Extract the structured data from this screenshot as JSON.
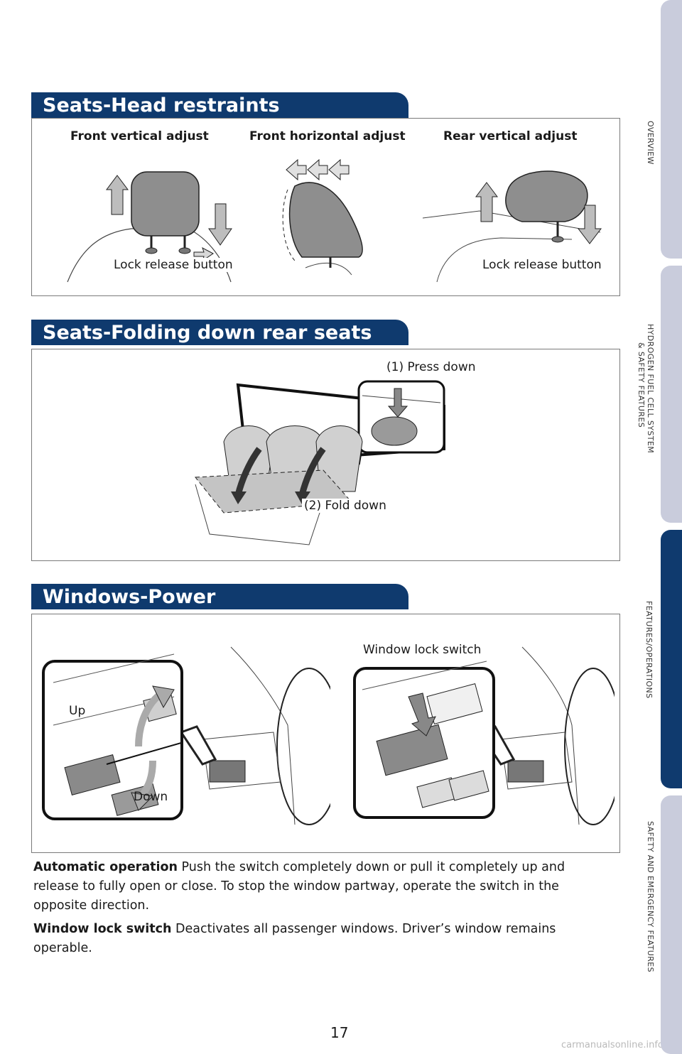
{
  "sections": {
    "head_restraints": {
      "title": "Seats-Head restraints",
      "captions": [
        "Front vertical adjust",
        "Front horizontal adjust",
        "Rear vertical adjust"
      ],
      "callouts": [
        "Lock release button",
        "Lock release button"
      ]
    },
    "folding_seats": {
      "title": "Seats-Folding down rear seats",
      "callouts": [
        "(1) Press down",
        "(2) Fold down"
      ]
    },
    "windows": {
      "title": "Windows-Power",
      "callouts": [
        "Up",
        "Down",
        "Window lock switch"
      ]
    }
  },
  "body": {
    "automatic_term": "Automatic operation",
    "automatic_text": " Push the switch completely down or pull it completely up and release to fully open or close. To stop the window partway, operate the switch in the opposite direction.",
    "lock_term": "Window lock switch",
    "lock_text": " Deactivates all passenger windows. Driver’s window remains operable."
  },
  "side_tabs": [
    {
      "label_lines": [
        "OVERVIEW"
      ],
      "active": false
    },
    {
      "label_lines": [
        "HYDROGEN FUEL CELL SYSTEM",
        "& SAFETY FEATURES"
      ],
      "active": false
    },
    {
      "label_lines": [
        "FEATURES/OPERATIONS"
      ],
      "active": true
    },
    {
      "label_lines": [
        "SAFETY AND EMERGENCY FEATURES"
      ],
      "active": false
    }
  ],
  "page_number": "17",
  "watermark": "carmanualsonline.info",
  "colors": {
    "header_blue": "#0f3a6e",
    "tab_inactive": "#c9ccdc",
    "tab_active": "#0f3a6e"
  }
}
